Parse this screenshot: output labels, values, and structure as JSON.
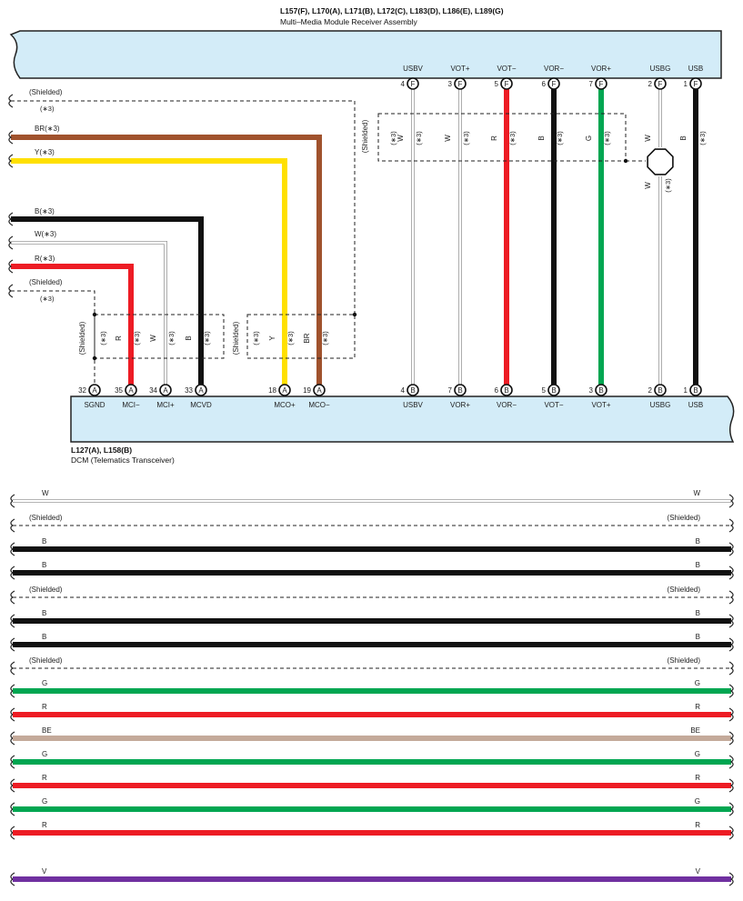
{
  "top_connector": {
    "title": "L157(F), L170(A), L171(B), L172(C), L183(D), L186(E), L189(G)",
    "name": "Multi–Media Module Receiver Assembly",
    "pins": [
      {
        "label": "USBV",
        "num": "4",
        "conn": "F"
      },
      {
        "label": "VOT+",
        "num": "3",
        "conn": "F"
      },
      {
        "label": "VOT−",
        "num": "5",
        "conn": "F"
      },
      {
        "label": "VOR−",
        "num": "6",
        "conn": "F"
      },
      {
        "label": "VOR+",
        "num": "7",
        "conn": "F"
      },
      {
        "label": "USBG",
        "num": "2",
        "conn": "F"
      },
      {
        "label": "USB",
        "num": "1",
        "conn": "F"
      }
    ]
  },
  "bottom_connector": {
    "title": "L127(A), L158(B)",
    "name": "DCM (Telematics Transceiver)",
    "pins": [
      {
        "label": "SGND",
        "num": "32",
        "conn": "A"
      },
      {
        "label": "MCI−",
        "num": "35",
        "conn": "A"
      },
      {
        "label": "MCI+",
        "num": "34",
        "conn": "A"
      },
      {
        "label": "MCVD",
        "num": "33",
        "conn": "A"
      },
      {
        "label": "MCO+",
        "num": "18",
        "conn": "A"
      },
      {
        "label": "MCO−",
        "num": "19",
        "conn": "A"
      },
      {
        "label": "USBV",
        "num": "4",
        "conn": "B"
      },
      {
        "label": "VOR+",
        "num": "7",
        "conn": "B"
      },
      {
        "label": "VOR−",
        "num": "6",
        "conn": "B"
      },
      {
        "label": "VOT−",
        "num": "5",
        "conn": "B"
      },
      {
        "label": "VOT+",
        "num": "3",
        "conn": "B"
      },
      {
        "label": "USBG",
        "num": "2",
        "conn": "B"
      },
      {
        "label": "USB",
        "num": "1",
        "conn": "B"
      }
    ]
  },
  "left_wires": [
    {
      "label": "(Shielded)",
      "note": "(∗3)"
    },
    {
      "label": "BR(∗3)"
    },
    {
      "label": "Y(∗3)"
    },
    {
      "label": "B(∗3)"
    },
    {
      "label": "W(∗3)"
    },
    {
      "label": "R(∗3)"
    },
    {
      "label": "(Shielded)",
      "note": "(∗3)"
    }
  ],
  "vertical_codes": {
    "shielded": "(Shielded)",
    "note": "(∗3)",
    "group_a": [
      "R",
      "W",
      "B"
    ],
    "group_b": [
      "Y",
      "BR"
    ],
    "group_c": [
      "W",
      "W",
      "R",
      "B",
      "G"
    ],
    "usbg_top": "W",
    "usbg_bottom": "W",
    "usb": "B"
  },
  "legend_wires": [
    {
      "label": "W",
      "color": "#ffffff",
      "kind": "solid"
    },
    {
      "label": "(Shielded)",
      "color": "#000000",
      "kind": "dashed"
    },
    {
      "label": "B",
      "color": "#111111",
      "kind": "solid"
    },
    {
      "label": "B",
      "color": "#111111",
      "kind": "solid"
    },
    {
      "label": "(Shielded)",
      "color": "#000000",
      "kind": "dashed"
    },
    {
      "label": "B",
      "color": "#111111",
      "kind": "solid"
    },
    {
      "label": "B",
      "color": "#111111",
      "kind": "solid"
    },
    {
      "label": "(Shielded)",
      "color": "#000000",
      "kind": "dashed"
    },
    {
      "label": "G",
      "color": "#00a651",
      "kind": "solid"
    },
    {
      "label": "R",
      "color": "#ed1c24",
      "kind": "solid"
    },
    {
      "label": "BE",
      "color": "#c4aa9a",
      "kind": "solid"
    },
    {
      "label": "G",
      "color": "#00a651",
      "kind": "solid"
    },
    {
      "label": "R",
      "color": "#ed1c24",
      "kind": "solid"
    },
    {
      "label": "G",
      "color": "#00a651",
      "kind": "solid"
    },
    {
      "label": "R",
      "color": "#ed1c24",
      "kind": "solid"
    },
    {
      "label": "V",
      "color": "#7030a0",
      "kind": "solid"
    }
  ],
  "colors": {
    "connector_fill": "#d3ecf8",
    "black": "#111111",
    "red": "#ed1c24",
    "green": "#00a651",
    "brown": "#a0522d",
    "yellow": "#ffe000",
    "beige": "#c4aa9a",
    "violet": "#7030a0",
    "white_outline": "#9a9a9a"
  }
}
